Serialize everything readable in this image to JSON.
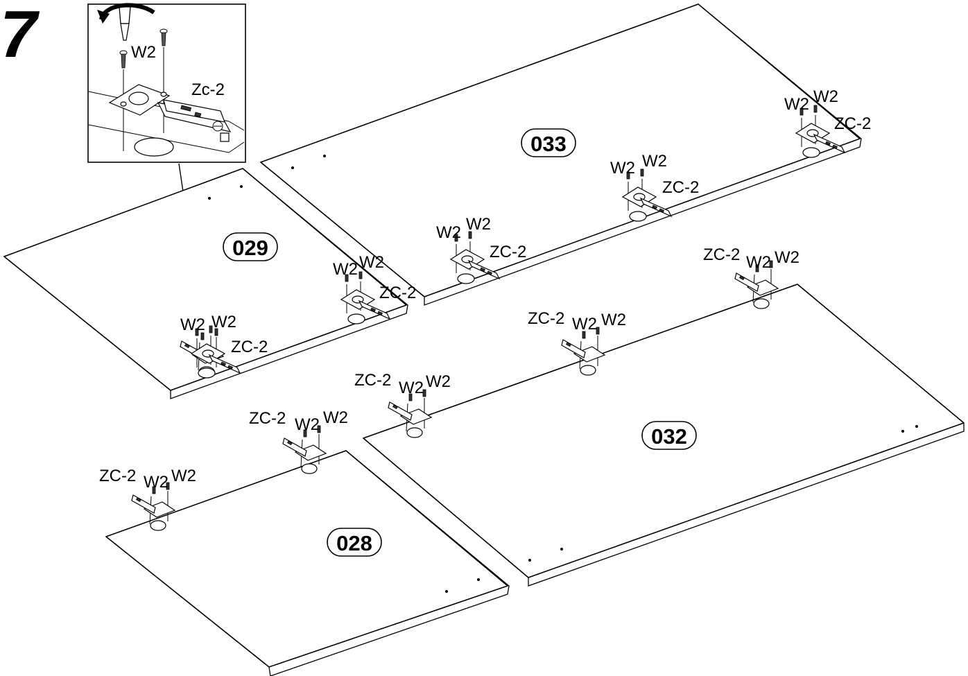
{
  "step_number": "7",
  "detail": {
    "screw_label": "W2",
    "hinge_label": "Zc-2"
  },
  "panels": {
    "p033": {
      "id": "033",
      "hinges": [
        {
          "screw_labels": [
            "W2",
            "W2"
          ],
          "hinge_label": "ZC-2"
        },
        {
          "screw_labels": [
            "W2",
            "W2"
          ],
          "hinge_label": "ZC-2"
        },
        {
          "screw_labels": [
            "W2",
            "W2"
          ],
          "hinge_label": "ZC-2"
        }
      ]
    },
    "p029": {
      "id": "029",
      "hinges": [
        {
          "screw_labels": [
            "W2",
            "W2"
          ],
          "hinge_label": "ZC-2"
        },
        {
          "screw_labels": [
            "W2",
            "W2"
          ],
          "hinge_label": "ZC-2"
        }
      ]
    },
    "p032": {
      "id": "032",
      "hinges": [
        {
          "screw_labels": [
            "W2",
            "W2"
          ],
          "hinge_label": "ZC-2"
        },
        {
          "screw_labels": [
            "W2",
            "W2"
          ],
          "hinge_label": "ZC-2"
        },
        {
          "screw_labels": [
            "W2",
            "W2"
          ],
          "hinge_label": "ZC-2"
        }
      ]
    },
    "p028": {
      "id": "028",
      "hinges": [
        {
          "screw_labels": [
            "W2",
            "W2"
          ],
          "hinge_label": "ZC-2"
        },
        {
          "screw_labels": [
            "W2",
            "W2"
          ],
          "hinge_label": "ZC-2"
        }
      ]
    }
  }
}
